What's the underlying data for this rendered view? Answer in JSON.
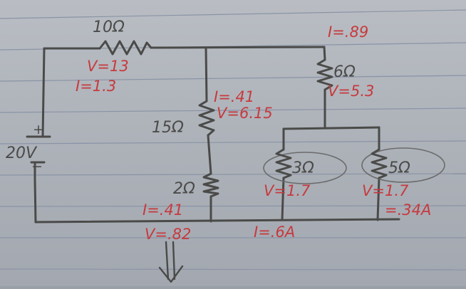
{
  "source": "20V",
  "source_plus": "+",
  "source_minus": "−",
  "resistors": {
    "r10": "10Ω",
    "r15": "15Ω",
    "r2": "2Ω",
    "r6": "6Ω",
    "r3": "3Ω",
    "r5": "5Ω"
  },
  "annotations": {
    "r10_v": "V=13",
    "r10_i": "I=1.3",
    "r15_i": "I=.41",
    "r15_v": "V=6.15",
    "r2_i": "I=.41",
    "r2_v": "V=.82",
    "r6_i": "I=.89",
    "r6_v": "V=5.3",
    "r3_v": "V=1.7",
    "r5_v": "V=1.7",
    "r5_i": "=.34A",
    "bottom_i": "I=.6A"
  },
  "colors": {
    "pencil": "#4a4a48",
    "red_ink": "#c63a3e",
    "paper": "#aeb3ba"
  }
}
